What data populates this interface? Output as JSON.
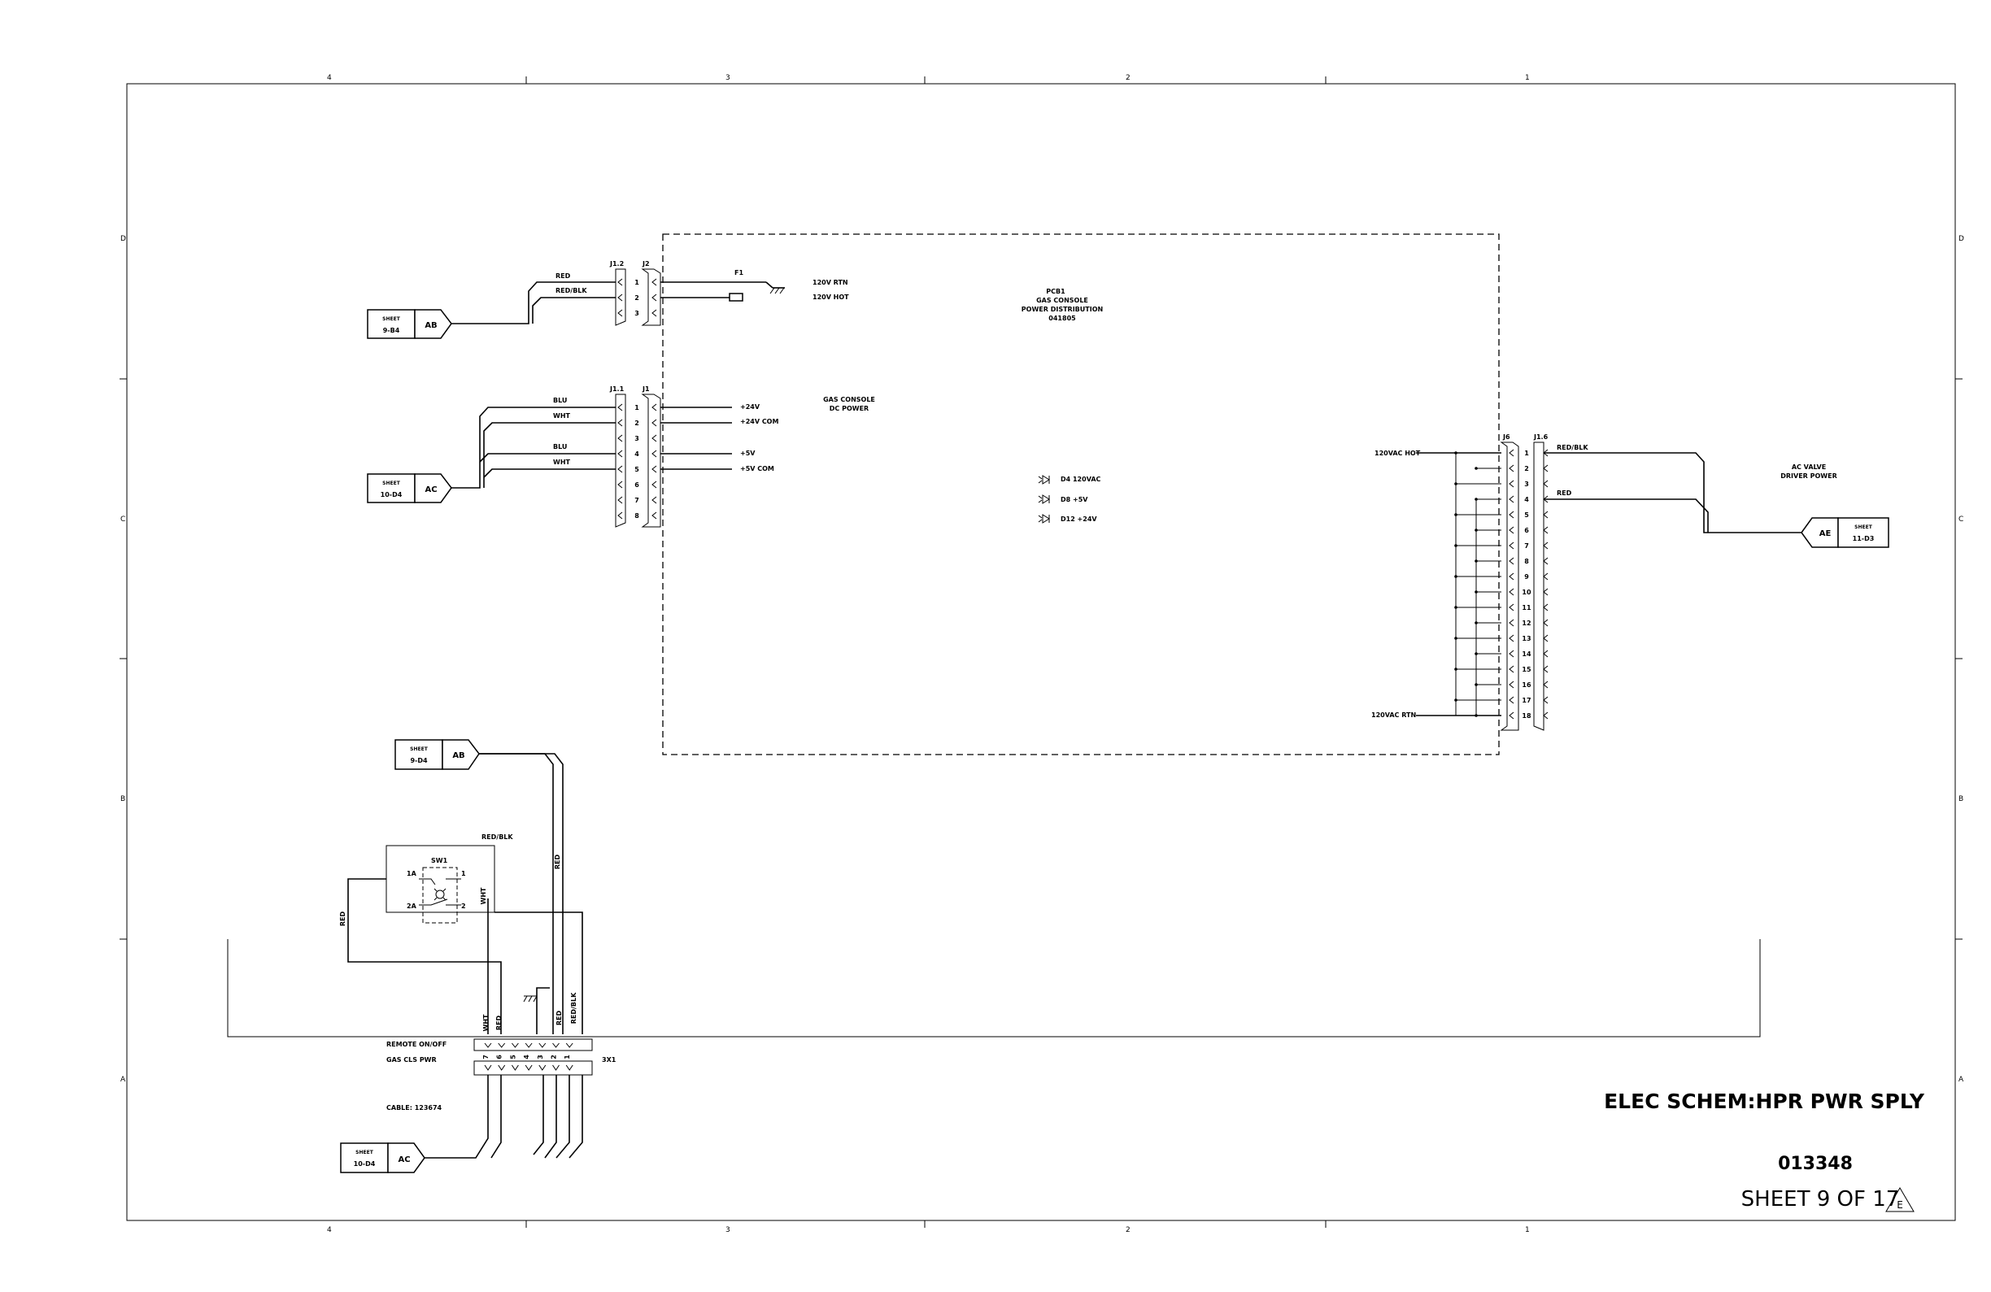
{
  "title_block": {
    "title": "ELEC SCHEM:HPR PWR SPLY",
    "drawing_number": "013348",
    "sheet": "SHEET 9 OF 17",
    "revision": "E"
  },
  "zones": {
    "columns": [
      "4",
      "3",
      "2",
      "1"
    ],
    "rows": [
      "D",
      "C",
      "B",
      "A"
    ]
  },
  "pcb": {
    "name": "PCB1",
    "line1": "GAS CONSOLE",
    "line2": "POWER DISTRIBUTION",
    "part": "041805",
    "dc_label1": "GAS CONSOLE",
    "dc_label2": "DC POWER"
  },
  "connectors": {
    "j12": "J1.2",
    "j2": "J2",
    "j11": "J1.1",
    "j1": "J1",
    "j6": "J6",
    "j16": "J1.6",
    "x3": "3X1",
    "fuse": "F1",
    "sw": "SW1"
  },
  "j2_signals": {
    "rtn": "120V RTN",
    "hot": "120V HOT"
  },
  "j1_signals": [
    "+24V",
    "+24V COM",
    "+5V",
    "+5V COM"
  ],
  "leds": [
    "D4 120VAC",
    "D8 +5V",
    "D12 +24V"
  ],
  "j6_signals": {
    "hot": "120VAC HOT",
    "rtn": "120VAC RTN"
  },
  "wires": {
    "red": "RED",
    "red_blk": "RED/BLK",
    "blu": "BLU",
    "wht": "WHT"
  },
  "offpage": {
    "ab_top": {
      "sheet": "SHEET",
      "ref": "9-B4",
      "tag": "AB"
    },
    "ac_mid": {
      "sheet": "SHEET",
      "ref": "10-D4",
      "tag": "AC"
    },
    "ae_right": {
      "sheet": "SHEET",
      "ref": "11-D3",
      "tag": "AE"
    },
    "ab_low": {
      "sheet": "SHEET",
      "ref": "9-D4",
      "tag": "AB"
    },
    "ac_low": {
      "sheet": "SHEET",
      "ref": "10-D4",
      "tag": "AC"
    }
  },
  "ac_valve": {
    "line1": "AC VALVE",
    "line2": "DRIVER POWER"
  },
  "remote": {
    "line1": "REMOTE ON/OFF",
    "line2": "GAS CLS PWR"
  },
  "cable": "CABLE: 123674",
  "switch_pins": {
    "p1a": "1A",
    "p2a": "2A",
    "p1": "1",
    "p2": "2"
  },
  "pins_8": [
    "1",
    "2",
    "3",
    "4",
    "5",
    "6",
    "7",
    "8"
  ],
  "pins_18": [
    "1",
    "2",
    "3",
    "4",
    "5",
    "6",
    "7",
    "8",
    "9",
    "10",
    "11",
    "12",
    "13",
    "14",
    "15",
    "16",
    "17",
    "18"
  ],
  "pins_x3": [
    "7",
    "6",
    "5",
    "4",
    "3",
    "2",
    "1"
  ]
}
